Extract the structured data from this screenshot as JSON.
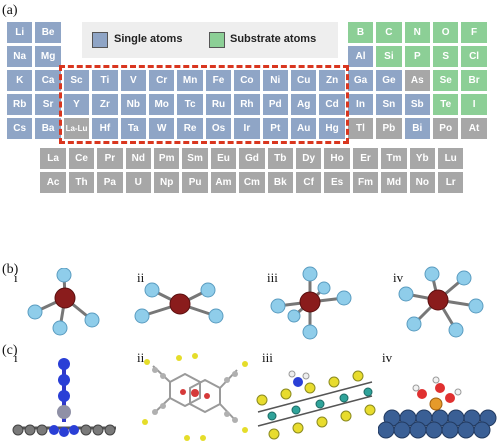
{
  "panels": {
    "a": "(a)",
    "b": "(b)",
    "c": "(c)"
  },
  "legend": {
    "single": "Single atoms",
    "substrate": "Substrate atoms"
  },
  "colors": {
    "single": "#8fa5c6",
    "substrate": "#8ccf96",
    "other": "#a7a7a7",
    "highlight": "#d9361f"
  },
  "table": {
    "main": [
      {
        "s": "Li",
        "r": 0,
        "c": 0,
        "t": "single"
      },
      {
        "s": "Be",
        "r": 0,
        "c": 1,
        "t": "single"
      },
      {
        "s": "B",
        "r": 0,
        "c": 12,
        "t": "sub"
      },
      {
        "s": "C",
        "r": 0,
        "c": 13,
        "t": "sub"
      },
      {
        "s": "N",
        "r": 0,
        "c": 14,
        "t": "sub"
      },
      {
        "s": "O",
        "r": 0,
        "c": 15,
        "t": "sub"
      },
      {
        "s": "F",
        "r": 0,
        "c": 16,
        "t": "sub"
      },
      {
        "s": "Na",
        "r": 1,
        "c": 0,
        "t": "single"
      },
      {
        "s": "Mg",
        "r": 1,
        "c": 1,
        "t": "single"
      },
      {
        "s": "Al",
        "r": 1,
        "c": 12,
        "t": "single"
      },
      {
        "s": "Si",
        "r": 1,
        "c": 13,
        "t": "sub"
      },
      {
        "s": "P",
        "r": 1,
        "c": 14,
        "t": "sub"
      },
      {
        "s": "S",
        "r": 1,
        "c": 15,
        "t": "sub"
      },
      {
        "s": "Cl",
        "r": 1,
        "c": 16,
        "t": "sub"
      },
      {
        "s": "K",
        "r": 2,
        "c": 0,
        "t": "single"
      },
      {
        "s": "Ca",
        "r": 2,
        "c": 1,
        "t": "single"
      },
      {
        "s": "Sc",
        "r": 2,
        "c": 2,
        "t": "single"
      },
      {
        "s": "Ti",
        "r": 2,
        "c": 3,
        "t": "single"
      },
      {
        "s": "V",
        "r": 2,
        "c": 4,
        "t": "single"
      },
      {
        "s": "Cr",
        "r": 2,
        "c": 5,
        "t": "single"
      },
      {
        "s": "Mn",
        "r": 2,
        "c": 6,
        "t": "single"
      },
      {
        "s": "Fe",
        "r": 2,
        "c": 7,
        "t": "single"
      },
      {
        "s": "Co",
        "r": 2,
        "c": 8,
        "t": "single"
      },
      {
        "s": "Ni",
        "r": 2,
        "c": 9,
        "t": "single"
      },
      {
        "s": "Cu",
        "r": 2,
        "c": 10,
        "t": "single"
      },
      {
        "s": "Zn",
        "r": 2,
        "c": 11,
        "t": "single"
      },
      {
        "s": "Ga",
        "r": 2,
        "c": 12,
        "t": "single"
      },
      {
        "s": "Ge",
        "r": 2,
        "c": 13,
        "t": "single"
      },
      {
        "s": "As",
        "r": 2,
        "c": 14,
        "t": "other"
      },
      {
        "s": "Se",
        "r": 2,
        "c": 15,
        "t": "sub"
      },
      {
        "s": "Br",
        "r": 2,
        "c": 16,
        "t": "sub"
      },
      {
        "s": "Rb",
        "r": 3,
        "c": 0,
        "t": "single"
      },
      {
        "s": "Sr",
        "r": 3,
        "c": 1,
        "t": "single"
      },
      {
        "s": "Y",
        "r": 3,
        "c": 2,
        "t": "single"
      },
      {
        "s": "Zr",
        "r": 3,
        "c": 3,
        "t": "single"
      },
      {
        "s": "Nb",
        "r": 3,
        "c": 4,
        "t": "single"
      },
      {
        "s": "Mo",
        "r": 3,
        "c": 5,
        "t": "single"
      },
      {
        "s": "Tc",
        "r": 3,
        "c": 6,
        "t": "single"
      },
      {
        "s": "Ru",
        "r": 3,
        "c": 7,
        "t": "single"
      },
      {
        "s": "Rh",
        "r": 3,
        "c": 8,
        "t": "single"
      },
      {
        "s": "Pd",
        "r": 3,
        "c": 9,
        "t": "single"
      },
      {
        "s": "Ag",
        "r": 3,
        "c": 10,
        "t": "single"
      },
      {
        "s": "Cd",
        "r": 3,
        "c": 11,
        "t": "single"
      },
      {
        "s": "In",
        "r": 3,
        "c": 12,
        "t": "single"
      },
      {
        "s": "Sn",
        "r": 3,
        "c": 13,
        "t": "single"
      },
      {
        "s": "Sb",
        "r": 3,
        "c": 14,
        "t": "single"
      },
      {
        "s": "Te",
        "r": 3,
        "c": 15,
        "t": "sub"
      },
      {
        "s": "I",
        "r": 3,
        "c": 16,
        "t": "sub"
      },
      {
        "s": "Cs",
        "r": 4,
        "c": 0,
        "t": "single"
      },
      {
        "s": "Ba",
        "r": 4,
        "c": 1,
        "t": "single"
      },
      {
        "s": "La-Lu",
        "r": 4,
        "c": 2,
        "t": "other"
      },
      {
        "s": "Hf",
        "r": 4,
        "c": 3,
        "t": "single"
      },
      {
        "s": "Ta",
        "r": 4,
        "c": 4,
        "t": "single"
      },
      {
        "s": "W",
        "r": 4,
        "c": 5,
        "t": "single"
      },
      {
        "s": "Re",
        "r": 4,
        "c": 6,
        "t": "single"
      },
      {
        "s": "Os",
        "r": 4,
        "c": 7,
        "t": "single"
      },
      {
        "s": "Ir",
        "r": 4,
        "c": 8,
        "t": "single"
      },
      {
        "s": "Pt",
        "r": 4,
        "c": 9,
        "t": "single"
      },
      {
        "s": "Au",
        "r": 4,
        "c": 10,
        "t": "single"
      },
      {
        "s": "Hg",
        "r": 4,
        "c": 11,
        "t": "single"
      },
      {
        "s": "Tl",
        "r": 4,
        "c": 12,
        "t": "other"
      },
      {
        "s": "Pb",
        "r": 4,
        "c": 13,
        "t": "other"
      },
      {
        "s": "Bi",
        "r": 4,
        "c": 14,
        "t": "single"
      },
      {
        "s": "Po",
        "r": 4,
        "c": 15,
        "t": "other"
      },
      {
        "s": "At",
        "r": 4,
        "c": 16,
        "t": "other"
      }
    ],
    "lanthanides": [
      "La",
      "Ce",
      "Pr",
      "Nd",
      "Pm",
      "Sm",
      "Eu",
      "Gd",
      "Tb",
      "Dy",
      "Ho",
      "Er",
      "Tm",
      "Yb",
      "Lu"
    ],
    "actinides": [
      "Ac",
      "Th",
      "Pa",
      "U",
      "Np",
      "Pu",
      "Am",
      "Cm",
      "Bk",
      "Cf",
      "Es",
      "Fm",
      "Md",
      "No",
      "Lr"
    ]
  },
  "structures_b": [
    "i",
    "ii",
    "iii",
    "iv"
  ],
  "structures_c": [
    "i",
    "ii",
    "iii",
    "iv"
  ]
}
